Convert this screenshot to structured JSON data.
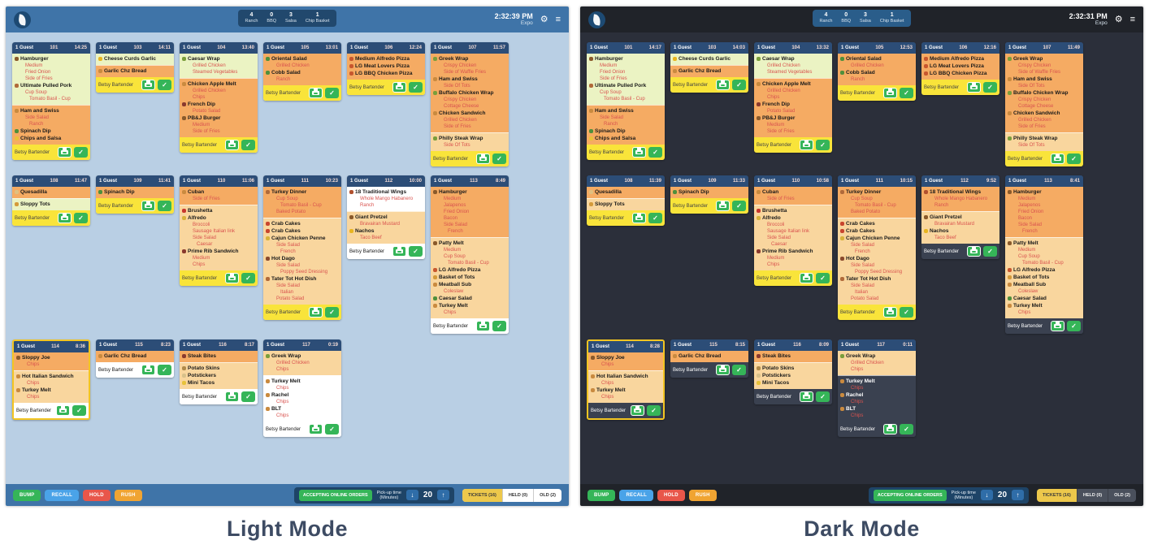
{
  "app": {
    "counts": [
      {
        "value": "4",
        "label": "Ranch"
      },
      {
        "value": "0",
        "label": "BBQ"
      },
      {
        "value": "3",
        "label": "Salsa"
      },
      {
        "value": "1",
        "label": "Chip Basket"
      }
    ],
    "role": "Expo",
    "guests_label": "1 Guest",
    "server_name": "Betsy Bartender",
    "bottom_bar": {
      "action_buttons": [
        {
          "label": "BUMP",
          "color": "#35b558"
        },
        {
          "label": "RECALL",
          "color": "#4aa3e8"
        },
        {
          "label": "HOLD",
          "color": "#e8564a"
        },
        {
          "label": "RUSH",
          "color": "#f0a432"
        }
      ],
      "online_orders_button": "ACCEPTING ONLINE ORDERS",
      "pickup_label": "Pick-up time",
      "pickup_sublabel": "(Minutes)",
      "pickup_value": "20",
      "tabs": [
        {
          "label": "TICKETS (16)",
          "active": true
        },
        {
          "label": "HELD (0)",
          "active": false
        },
        {
          "label": "OLD (2)",
          "active": false
        }
      ]
    },
    "tickets": [
      {
        "number": "101",
        "footer": "yellow",
        "sections": [
          {
            "color": "green",
            "items": [
              {
                "icon": "burger-icon",
                "name": "Hamburger",
                "mods": [
                  "Medium",
                  "Fried Onion",
                  "Side of Fries"
                ]
              },
              {
                "icon": "pork-icon",
                "name": "Ultimate Pulled Pork",
                "mods": [
                  "Cup Soup",
                  {
                    "text": "Tomato Basil - Cup",
                    "indent": 2
                  }
                ]
              }
            ]
          },
          {
            "color": "orange",
            "items": [
              {
                "icon": "sandwich-icon",
                "name": "Ham and Swiss",
                "mods": [
                  "Side Salad",
                  {
                    "text": "Ranch",
                    "indent": 2
                  }
                ]
              },
              {
                "icon": "dip-icon",
                "name": "Spinach Dip",
                "mods": []
              },
              {
                "icon": "chips-icon",
                "name": "Chips and Salsa",
                "mods": []
              }
            ]
          }
        ]
      },
      {
        "number": "103",
        "footer": "yellow",
        "sections": [
          {
            "color": "green",
            "items": [
              {
                "icon": "cheese-icon",
                "name": "Cheese Curds Garlic",
                "mods": []
              }
            ]
          },
          {
            "color": "orange",
            "items": [
              {
                "icon": "bread-icon",
                "name": "Garlic Chz Bread",
                "mods": []
              }
            ]
          }
        ]
      },
      {
        "number": "104",
        "footer": "yellow",
        "sections": [
          {
            "color": "green",
            "items": [
              {
                "icon": "wrap-icon",
                "name": "Caesar Wrap",
                "mods": [
                  "Grilled Chicken",
                  "Steamed Vegetables"
                ]
              }
            ]
          },
          {
            "color": "orange",
            "items": [
              {
                "icon": "sandwich-icon",
                "name": "Chicken Apple Melt",
                "mods": [
                  "Grilled Chicken",
                  "Chips"
                ]
              },
              {
                "icon": "beef-icon",
                "name": "French Dip",
                "mods": [
                  "Potato Salad"
                ]
              },
              {
                "icon": "burger-icon",
                "name": "PB&J Burger",
                "mods": [
                  "Medium",
                  "Side of Fries"
                ]
              }
            ]
          }
        ]
      },
      {
        "number": "105",
        "footer": "yellow",
        "sections": [
          {
            "color": "orange",
            "items": [
              {
                "icon": "salad-icon",
                "name": "Oriental Salad",
                "mods": [
                  "Grilled Chicken"
                ]
              },
              {
                "icon": "salad-icon",
                "name": "Cobb Salad",
                "mods": [
                  "Ranch"
                ]
              }
            ]
          }
        ]
      },
      {
        "number": "106",
        "footer": "yellow",
        "sections": [
          {
            "color": "orange",
            "items": [
              {
                "icon": "pizza-icon",
                "name": "Medium Alfredo Pizza",
                "mods": []
              },
              {
                "icon": "pizza-icon",
                "name": "LG Meat Lovers Pizza",
                "mods": []
              },
              {
                "icon": "pizza-icon",
                "name": "LG BBQ Chicken Pizza",
                "mods": []
              }
            ]
          }
        ]
      },
      {
        "number": "107",
        "footer": "yellow",
        "sections": [
          {
            "color": "orange",
            "items": [
              {
                "icon": "wrap-icon",
                "name": "Greek Wrap",
                "mods": [
                  "Crispy Chicken",
                  "Side of Waffle Fries"
                ]
              },
              {
                "icon": "sandwich-icon",
                "name": "Ham and Swiss",
                "mods": [
                  "Side Of Tots"
                ]
              },
              {
                "icon": "wrap-icon",
                "name": "Buffalo Chicken Wrap",
                "mods": [
                  "Crispy Chicken",
                  "Cottage Cheese"
                ]
              },
              {
                "icon": "sandwich-icon",
                "name": "Chicken Sandwich",
                "mods": [
                  "Grilled Chicken",
                  "Side of Fries"
                ]
              }
            ]
          },
          {
            "color": "cream",
            "items": [
              {
                "icon": "wrap-icon",
                "name": "Philly Steak Wrap",
                "mods": [
                  "Side Of Tots"
                ]
              }
            ]
          }
        ]
      },
      {
        "number": "108",
        "footer": "yellow",
        "sections": [
          {
            "color": "orange",
            "items": [
              {
                "icon": "quesadilla-icon",
                "name": "Quesadilla",
                "mods": []
              }
            ]
          },
          {
            "color": "green",
            "color_dark": "cream",
            "items": [
              {
                "icon": "tots-icon",
                "name": "Sloppy Tots",
                "mods": []
              }
            ]
          }
        ]
      },
      {
        "number": "109",
        "footer": "yellow",
        "sections": [
          {
            "color": "orange",
            "items": [
              {
                "icon": "dip-icon",
                "name": "Spinach Dip",
                "mods": []
              }
            ]
          }
        ]
      },
      {
        "number": "110",
        "footer": "yellow",
        "sections": [
          {
            "color": "orange",
            "items": [
              {
                "icon": "sandwich-icon",
                "name": "Cuban",
                "mods": [
                  "Side of Fries"
                ]
              }
            ]
          },
          {
            "color": "cream",
            "items": [
              {
                "icon": "tomato-icon",
                "name": "Brushetta",
                "mods": []
              },
              {
                "icon": "pasta-icon",
                "name": "Alfredo",
                "mods": [
                  "Broccoli",
                  "Sausage Italian link",
                  "Side Salad",
                  {
                    "text": "Caesar",
                    "indent": 2
                  }
                ]
              },
              {
                "icon": "beef-icon",
                "name": "Prime Rib Sandwich",
                "mods": [
                  "Medium",
                  "Chips"
                ]
              }
            ]
          }
        ]
      },
      {
        "number": "111",
        "footer": "yellow",
        "sections": [
          {
            "color": "orange",
            "items": [
              {
                "icon": "turkey-icon",
                "name": "Turkey Dinner",
                "mods": [
                  "Cup Soup",
                  {
                    "text": "Tomato Basil - Cup",
                    "indent": 2
                  },
                  "Baked Potato"
                ]
              }
            ]
          },
          {
            "color": "cream",
            "items": [
              {
                "icon": "crab-icon",
                "name": "Crab Cakes",
                "mods": []
              },
              {
                "icon": "crab-icon",
                "name": "Crab Cakes",
                "mods": []
              },
              {
                "icon": "pasta-icon",
                "name": "Cajun Chicken Penne",
                "mods": [
                  "Side Salad",
                  {
                    "text": "French",
                    "indent": 2
                  }
                ]
              },
              {
                "icon": "stew-icon",
                "name": "Hot Dago",
                "mods": [
                  "Side Salad",
                  {
                    "text": "Poppy Seed Dressing",
                    "indent": 2
                  }
                ]
              },
              {
                "icon": "hotdish-icon",
                "name": "Tater Tot Hot Dish",
                "mods": [
                  "Side Salad",
                  {
                    "text": "Italian",
                    "indent": 2
                  },
                  "Potato Salad"
                ]
              }
            ]
          }
        ]
      },
      {
        "number": "112",
        "footer": "plain",
        "sections": [
          {
            "color": "plain",
            "color_dark": "orange",
            "items": [
              {
                "icon": "wings-icon",
                "name": "18 Traditional Wings",
                "mods": [
                  "Whole Mango Habanero",
                  "Ranch"
                ]
              }
            ]
          },
          {
            "color": "cream",
            "items": [
              {
                "icon": "pretzel-icon",
                "name": "Giant Pretzel",
                "mods": [
                  "Bravairan Mustard"
                ]
              },
              {
                "icon": "nachos-icon",
                "name": "Nachos",
                "mods": [
                  "Taco Beef"
                ]
              }
            ]
          }
        ]
      },
      {
        "number": "113",
        "footer": "plain",
        "sections": [
          {
            "color": "orange",
            "items": [
              {
                "icon": "burger-icon",
                "name": "Hamburger",
                "mods": [
                  "Medium",
                  "Jalapenos",
                  "Fried Onion",
                  "Bacon",
                  "Side Salad",
                  {
                    "text": "French",
                    "indent": 2
                  }
                ]
              }
            ]
          },
          {
            "color": "cream",
            "items": [
              {
                "icon": "burger-icon",
                "name": "Patty Melt",
                "mods": [
                  "Medium",
                  "Cup Soup",
                  {
                    "text": "Tomato Basil - Cup",
                    "indent": 2
                  }
                ]
              },
              {
                "icon": "pizza-icon",
                "name": "LG Alfredo Pizza",
                "mods": []
              },
              {
                "icon": "tots-icon",
                "name": "Basket of Tots",
                "mods": []
              },
              {
                "icon": "sub-icon",
                "name": "Meatball Sub",
                "mods": [
                  "Coleslaw"
                ]
              },
              {
                "icon": "salad-icon",
                "name": "Caesar Salad",
                "mods": []
              },
              {
                "icon": "sandwich-icon",
                "name": "Turkey Melt",
                "mods": [
                  "Chips"
                ]
              }
            ]
          }
        ]
      },
      {
        "number": "114",
        "footer": "plain",
        "highlighted": true,
        "sections": [
          {
            "color": "orange",
            "items": [
              {
                "icon": "burger-icon",
                "name": "Sloppy Joe",
                "mods": [
                  "Chips"
                ]
              }
            ]
          },
          {
            "color": "cream",
            "items": [
              {
                "icon": "sandwich-icon",
                "name": "Hot Italian Sandwich",
                "mods": [
                  "Chips"
                ]
              },
              {
                "icon": "sandwich-icon",
                "name": "Turkey Melt",
                "mods": [
                  "Chips"
                ]
              }
            ]
          }
        ]
      },
      {
        "number": "115",
        "footer": "plain",
        "sections": [
          {
            "color": "orange",
            "items": [
              {
                "icon": "bread-icon",
                "name": "Garlic Chz Bread",
                "mods": []
              }
            ]
          }
        ]
      },
      {
        "number": "116",
        "footer": "plain",
        "sections": [
          {
            "color": "orange",
            "items": [
              {
                "icon": "beef-icon",
                "name": "Steak Bites",
                "mods": []
              }
            ]
          },
          {
            "color": "cream",
            "items": [
              {
                "icon": "potato-icon",
                "name": "Potato Skins",
                "mods": []
              },
              {
                "icon": "dumpling-icon",
                "name": "Potstickers",
                "mods": []
              },
              {
                "icon": "taco-icon",
                "name": "Mini Tacos",
                "mods": []
              }
            ]
          }
        ]
      },
      {
        "number": "117",
        "footer": "plain",
        "sections": [
          {
            "color": "cream",
            "items": [
              {
                "icon": "wrap-icon",
                "name": "Greek Wrap",
                "mods": [
                  "Grilled Chicken",
                  "Chips"
                ]
              }
            ]
          },
          {
            "color": "plain",
            "items": [
              {
                "icon": "sandwich-icon",
                "name": "Turkey Melt",
                "mods": [
                  "Chips"
                ]
              },
              {
                "icon": "sandwich-icon",
                "name": "Rachel",
                "mods": [
                  "Chips"
                ]
              },
              {
                "icon": "sandwich-icon",
                "name": "BLT",
                "mods": [
                  "Chips"
                ]
              }
            ]
          }
        ]
      }
    ]
  },
  "panels": [
    {
      "mode": "light",
      "caption": "Light Mode",
      "clock": "2:32:39 PM",
      "times": [
        "14:25",
        "14:11",
        "13:40",
        "13:01",
        "12:24",
        "11:57",
        "11:47",
        "11:41",
        "11:06",
        "10:23",
        "10:00",
        "8:49",
        "8:36",
        "8:23",
        "8:17",
        "0:19"
      ]
    },
    {
      "mode": "dark",
      "caption": "Dark Mode",
      "clock": "2:32:31 PM",
      "times": [
        "14:17",
        "14:03",
        "13:32",
        "12:53",
        "12:16",
        "11:49",
        "11:39",
        "11:33",
        "10:58",
        "10:15",
        "9:52",
        "8:41",
        "8:28",
        "8:15",
        "8:09",
        "0:11"
      ]
    }
  ],
  "icon_colors": {
    "burger-icon": "#8a5a2b",
    "pork-icon": "#b06a3a",
    "sandwich-icon": "#c98a3f",
    "dip-icon": "#4f8f3c",
    "chips-icon": "#e8c23a",
    "cheese-icon": "#e8b520",
    "bread-icon": "#c98a3f",
    "wrap-icon": "#7a9e3b",
    "salad-icon": "#4f8f3c",
    "pizza-icon": "#c8572e",
    "beef-icon": "#8a3a2e",
    "quesadilla-icon": "#e0c080",
    "tots-icon": "#d49a3a",
    "tomato-icon": "#c8372e",
    "pasta-icon": "#d8b23a",
    "turkey-icon": "#b06a3a",
    "crab-icon": "#c8452e",
    "stew-icon": "#8a4a2e",
    "hotdish-icon": "#b06a3a",
    "wings-icon": "#b0502e",
    "pretzel-icon": "#8a5a2b",
    "nachos-icon": "#e8b520",
    "sub-icon": "#c98a3f",
    "potato-icon": "#b08a4a",
    "dumpling-icon": "#d8c08a",
    "taco-icon": "#e8c23a"
  }
}
